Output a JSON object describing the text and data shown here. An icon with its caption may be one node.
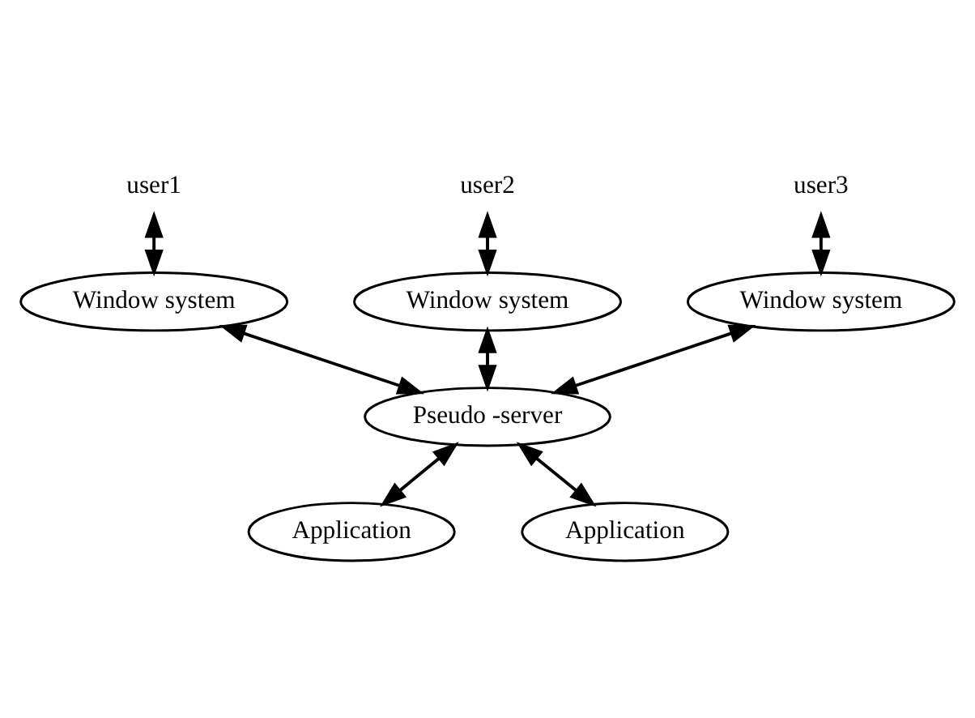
{
  "diagram": {
    "nodes": [
      {
        "text": [
          "user1"
        ]
      },
      {
        "text": [
          "user2"
        ]
      },
      {
        "text": [
          "user3"
        ]
      },
      {
        "text": [
          "Window system"
        ]
      },
      {
        "text": [
          "Window system"
        ]
      },
      {
        "text": [
          "Window system"
        ]
      },
      {
        "text": [
          "Pseudo -server"
        ]
      },
      {
        "text": [
          "Application"
        ]
      },
      {
        "text": [
          "Application"
        ]
      }
    ],
    "edges": [
      {
        "from": 0,
        "to": 3,
        "arrow": "both"
      },
      {
        "from": 1,
        "to": 4,
        "arrow": "both"
      },
      {
        "from": 2,
        "to": 5,
        "arrow": "both"
      },
      {
        "from": 3,
        "to": 6,
        "arrow": "both"
      },
      {
        "from": 4,
        "to": 6,
        "arrow": "both"
      },
      {
        "from": 5,
        "to": 6,
        "arrow": "both"
      },
      {
        "from": 6,
        "to": 7,
        "arrow": "both"
      },
      {
        "from": 6,
        "to": 8,
        "arrow": "both"
      }
    ]
  }
}
